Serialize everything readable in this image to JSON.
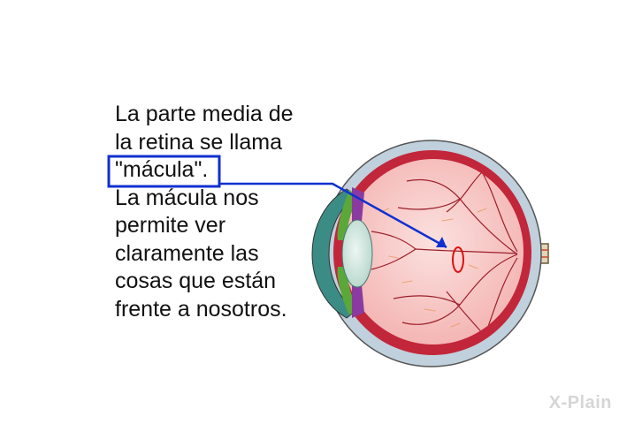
{
  "caption": {
    "lines": [
      "La parte media de",
      "la retina se llama",
      "\"mácula\".",
      "La mácula nos",
      "permite ver",
      "claramente las",
      "cosas que están",
      "frente a nosotros."
    ]
  },
  "logo": {
    "text": "X-Plain"
  },
  "colors": {
    "highlight_box": "#1030d0",
    "macula_marker": "#e01010",
    "sclera": "#c0d0dc",
    "choroid": "#c2263a",
    "retina": "#f7c2c0",
    "iris": "#8a3aa0",
    "cornea": "#3c8c86",
    "lens": "#cfe6df"
  }
}
